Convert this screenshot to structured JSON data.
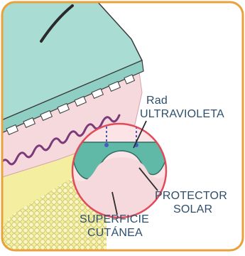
{
  "labels": {
    "radiation_line1": "Rad",
    "radiation_line2": "ULTRAVIOLETA",
    "protector_line1": "PROTECTOR",
    "protector_line2": "SOLAR",
    "surface_line1": "SUPERFICIE",
    "surface_line2": "CUTÁNEA"
  },
  "colors": {
    "frame_border": "#e9a23b",
    "epidermis": "#a9dcd3",
    "dermis": "#f6d9dc",
    "wavy_line": "#7b3a7a",
    "fat_layer": "#f3eea0",
    "magnifier_ring": "#e04a5a",
    "outline": "#3a3a3a",
    "label_text": "#2d4f6c"
  }
}
